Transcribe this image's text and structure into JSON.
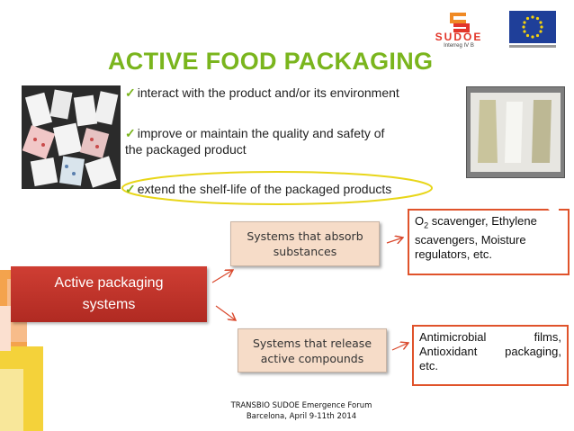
{
  "title": "ACTIVE FOOD PACKAGING",
  "bullets": [
    {
      "line1": "interact with the product and/or its environment",
      "line2": ""
    },
    {
      "line1": "improve or maintain  the quality and safety of",
      "line2": "the packaged product"
    },
    {
      "line1": "extend the shelf-life of the packaged products",
      "line2": ""
    }
  ],
  "main_box": {
    "line1": "Active packaging",
    "line2": "systems"
  },
  "absorb_box": {
    "line1": "Systems that absorb",
    "line2": "substances"
  },
  "release_box": {
    "line1": "Systems that release",
    "line2": "active compounds"
  },
  "absorb_note": {
    "o2_prefix": "O",
    "o2_sub": "2",
    "line1_rest": " scavenger, Ethylene",
    "line2": "scavengers,  Moisture",
    "line3": "regulators, etc."
  },
  "release_note": {
    "line1a": "Antimicrobial",
    "line1b": "films,",
    "line2a": "Antioxidant",
    "line2b": "packaging,",
    "line3": "etc."
  },
  "footer": {
    "line1": "TRANSBIO SUDOE Emergence Forum",
    "line2": "Barcelona, April  9-11th  2014"
  },
  "logos": {
    "sudoe_name": "SUDOE",
    "sudoe_sub": "Interreg IV B"
  },
  "colors": {
    "title_green": "#7ab51d",
    "box_red": "#c8342c",
    "arrow_red": "#d9472b",
    "ellipse_yellow": "#e8d619",
    "note_border": "#e0532b"
  }
}
